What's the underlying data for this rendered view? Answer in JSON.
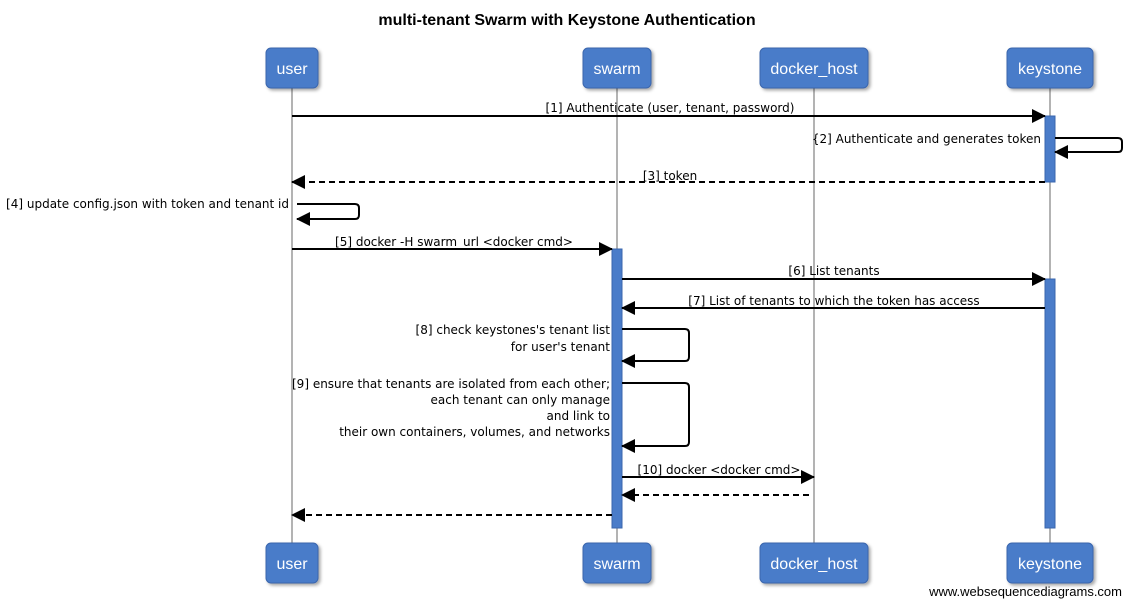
{
  "title": "multi-tenant Swarm with Keystone Authentication",
  "footer": "www.websequencediagrams.com",
  "colors": {
    "actor_fill": "#4a7cc9",
    "actor_stroke": "#3a66ad",
    "activation_fill": "#4a7cc9",
    "lifeline": "#9a9a9a",
    "arrow": "#000000"
  },
  "actors": [
    {
      "id": "user",
      "label": "user"
    },
    {
      "id": "swarm",
      "label": "swarm"
    },
    {
      "id": "docker_host",
      "label": "docker_host"
    },
    {
      "id": "keystone",
      "label": "keystone"
    }
  ],
  "messages": [
    {
      "id": "m1",
      "from": "user",
      "to": "keystone",
      "style": "solid",
      "lines": [
        "[1] Authenticate (user, tenant, password)"
      ]
    },
    {
      "id": "m2",
      "from": "keystone",
      "to": "keystone",
      "style": "solid",
      "lines": [
        "{2] Authenticate and generates token"
      ]
    },
    {
      "id": "m3",
      "from": "keystone",
      "to": "user",
      "style": "dashed",
      "lines": [
        "[3] token"
      ]
    },
    {
      "id": "m4",
      "from": "user",
      "to": "user",
      "style": "solid",
      "lines": [
        "[4] update config.json with token and tenant id"
      ]
    },
    {
      "id": "m5",
      "from": "user",
      "to": "swarm",
      "style": "solid",
      "lines": [
        "[5] docker -H swarm_url <docker cmd>"
      ]
    },
    {
      "id": "m6",
      "from": "swarm",
      "to": "keystone",
      "style": "solid",
      "lines": [
        "[6] List tenants"
      ]
    },
    {
      "id": "m7",
      "from": "keystone",
      "to": "swarm",
      "style": "solid",
      "lines": [
        "[7] List of tenants to which the token has access"
      ]
    },
    {
      "id": "m8",
      "from": "swarm",
      "to": "swarm",
      "style": "solid",
      "lines": [
        "[8] check keystones's tenant list",
        "for user's tenant"
      ]
    },
    {
      "id": "m9",
      "from": "swarm",
      "to": "swarm",
      "style": "solid",
      "lines": [
        "[9] ensure that tenants are isolated from each other;",
        "each tenant can only manage",
        "and link to",
        "their own containers, volumes, and networks"
      ]
    },
    {
      "id": "m10",
      "from": "swarm",
      "to": "docker_host",
      "style": "solid",
      "lines": [
        "[10] docker <docker cmd>"
      ]
    },
    {
      "id": "m11",
      "from": "docker_host",
      "to": "swarm",
      "style": "dashed",
      "lines": []
    },
    {
      "id": "m12",
      "from": "swarm",
      "to": "user",
      "style": "dashed",
      "lines": []
    }
  ]
}
